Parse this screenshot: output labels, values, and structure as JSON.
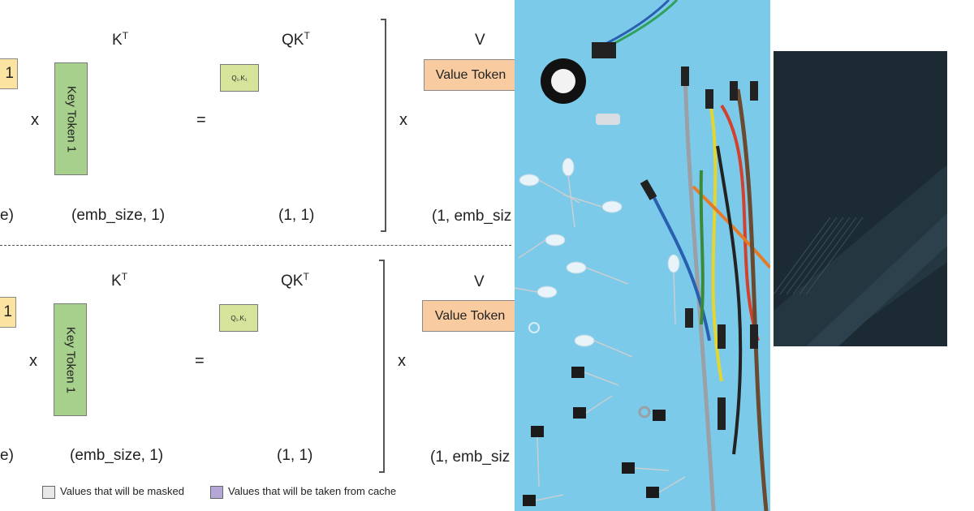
{
  "diagram": {
    "top": {
      "q_box_label": "1",
      "q_dim": "e)",
      "kt_label": "K",
      "kt_sup": "T",
      "key_token_label": "Key Token 1",
      "kt_dim": "(emb_size, 1)",
      "op_mul_1": "x",
      "op_eq": "=",
      "qkt_label": "QK",
      "qkt_sup": "T",
      "qk_cell": "Q₁.K₁",
      "qkt_dim": "(1, 1)",
      "op_mul_2": "x",
      "v_label": "V",
      "value_token_label": "Value Token",
      "v_dim": "(1, emb_siz"
    },
    "bottom": {
      "q_box_label": "1",
      "q_dim": "e)",
      "kt_label": "K",
      "kt_sup": "T",
      "key_token_label": "Key Token 1",
      "kt_dim": "(emb_size, 1)",
      "op_mul_1": "x",
      "op_eq": "=",
      "qkt_label": "QK",
      "qkt_sup": "T",
      "qk_cell": "Q₁.K₁",
      "qkt_dim": "(1, 1)",
      "op_mul_2": "x",
      "v_label": "V",
      "value_token_label": "Value Token",
      "v_dim": "(1, emb_siz"
    },
    "legend": {
      "masked_label": "Values that will be masked",
      "masked_color": "#e8e8e8",
      "cache_label": "Values that will be taken from cache",
      "cache_color": "#b4a7d6"
    }
  },
  "photo": {
    "background_color": "#7ccaea"
  },
  "panel": {
    "background_color": "#1c2a33"
  }
}
